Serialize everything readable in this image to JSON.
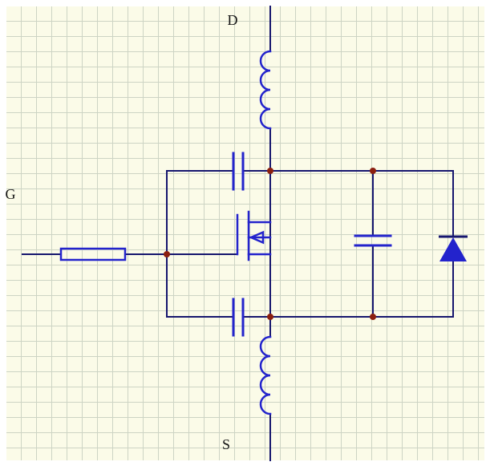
{
  "diagram": {
    "type": "circuit-schematic",
    "labels": {
      "drain": "D",
      "gate": "G",
      "source": "S"
    },
    "colors": {
      "page": "#ffffff",
      "background": "#fbfbe8",
      "grid": "#cdd4c4",
      "wire": "#16166e",
      "component": "#2323cc",
      "junction": "#8b1f10",
      "label": "#141414"
    },
    "components": [
      {
        "id": "drain-inductor",
        "type": "inductor"
      },
      {
        "id": "source-inductor",
        "type": "inductor"
      },
      {
        "id": "gate-resistor",
        "type": "resistor"
      },
      {
        "id": "gate-drain-capacitor",
        "type": "capacitor"
      },
      {
        "id": "gate-source-capacitor",
        "type": "capacitor"
      },
      {
        "id": "drain-source-capacitor",
        "type": "capacitor"
      },
      {
        "id": "body-diode",
        "type": "diode"
      },
      {
        "id": "mosfet",
        "type": "n-channel-mosfet"
      }
    ]
  }
}
